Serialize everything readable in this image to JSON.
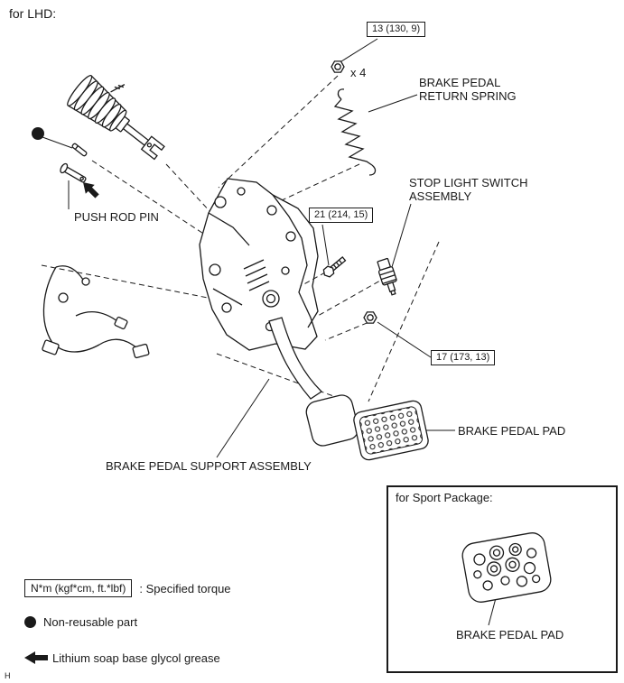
{
  "page": {
    "header": "for LHD:",
    "footer_mark": "H"
  },
  "colors": {
    "ink": "#1a1a1a",
    "background": "#ffffff"
  },
  "callouts": {
    "torque_13": "13 (130, 9)",
    "quantity_x4": "x 4",
    "return_spring": "BRAKE PEDAL\nRETURN SPRING",
    "stop_light_switch": "STOP LIGHT SWITCH\nASSEMBLY",
    "torque_21": "21 (214, 15)",
    "push_rod_pin": "PUSH ROD PIN",
    "torque_17": "17 (173, 13)",
    "brake_pedal_pad": "BRAKE PEDAL PAD",
    "support_assembly": "BRAKE PEDAL SUPPORT ASSEMBLY"
  },
  "sport_package": {
    "title": "for Sport Package:",
    "pad_label": "BRAKE PEDAL PAD"
  },
  "legend": {
    "torque_box": "N*m (kgf*cm, ft.*lbf)",
    "torque_desc": ": Specified torque",
    "non_reusable": "Non-reusable part",
    "grease": "Lithium soap base glycol grease"
  }
}
